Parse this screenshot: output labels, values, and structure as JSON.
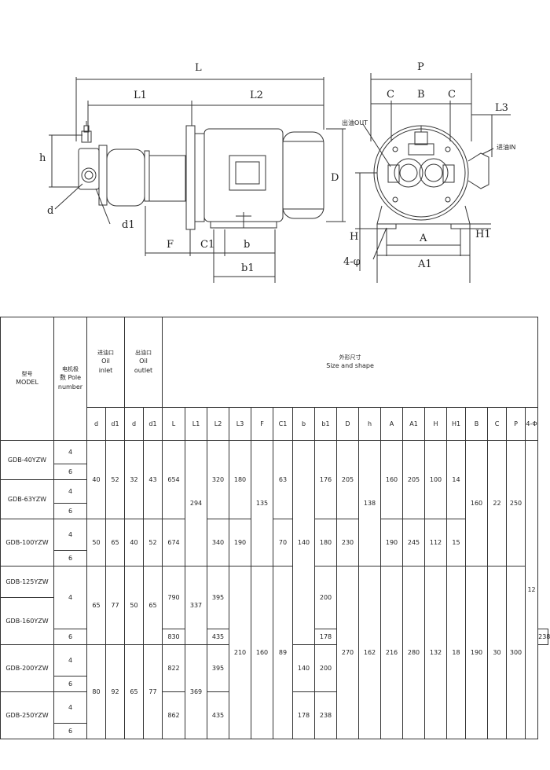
{
  "drawing": {
    "labels": {
      "L": "L",
      "L1": "L1",
      "L2": "L2",
      "h": "h",
      "d": "d",
      "d1": "d1",
      "F": "F",
      "C1": "C1",
      "b": "b",
      "b1": "b1",
      "D": "D",
      "P": "P",
      "B": "B",
      "C": "C",
      "L3": "L3",
      "H": "H",
      "H1": "H1",
      "A": "A",
      "A1": "A1",
      "phi": "4-φ",
      "out": "出油OUT",
      "in": "进油IN"
    }
  },
  "table": {
    "header": {
      "model_cn": "型号",
      "model_en": "MODEL",
      "pole_cn": "电机极",
      "pole_cn2": "数",
      "pole_en1": "Pole",
      "pole_en2": "number",
      "inlet_cn": "进油口",
      "inlet_en1": "Oil",
      "inlet_en2": "inlet",
      "outlet_cn": "出油口",
      "outlet_en1": "Oil",
      "outlet_en2": "outlet",
      "size_cn": "外形尺寸",
      "size_en": "Size and shape"
    },
    "columns": [
      "d",
      "d1",
      "d",
      "d1",
      "L",
      "L1",
      "L2",
      "L3",
      "F",
      "C1",
      "b",
      "b1",
      "D",
      "h",
      "A",
      "A1",
      "H",
      "H1",
      "B",
      "C",
      "P",
      "4-Φ"
    ],
    "models": [
      "GDB-40YZW",
      "GDB-63YZW",
      "GDB-100YZW",
      "GDB-125YZW",
      "GDB-160YZW",
      "GDB-200YZW",
      "GDB-250YZW"
    ],
    "poles": {
      "p4": "4",
      "p6": "6"
    },
    "g1": {
      "d": "40",
      "d1": "52",
      "od": "32",
      "od1": "43",
      "L": "654",
      "L2": "320",
      "L3": "180",
      "C1": "63",
      "b1": "176",
      "D": "205",
      "A": "160",
      "A1": "205",
      "H": "100",
      "H1": "14"
    },
    "g2": {
      "d": "50",
      "d1": "65",
      "od": "40",
      "od1": "52",
      "L": "674",
      "L2": "340",
      "L3": "190",
      "C1": "70",
      "b1": "180",
      "D": "230",
      "A": "190",
      "A1": "245",
      "H": "112",
      "H1": "15"
    },
    "g3": {
      "d": "65",
      "d1": "77",
      "od": "50",
      "od1": "65",
      "L": "790",
      "L1": "337",
      "L2": "395",
      "b1": "200"
    },
    "g3b": {
      "L": "830",
      "L2": "435",
      "b": "178",
      "b1": "238"
    },
    "g4": {
      "d": "80",
      "d1": "92",
      "od": "65",
      "od1": "77",
      "L1": "369",
      "L_a": "822",
      "L2_a": "395",
      "b_a": "140",
      "b1_a": "200",
      "L_b": "862",
      "L2_b": "435",
      "b_b": "178",
      "b1_b": "238"
    },
    "top": {
      "L1": "294",
      "F": "135",
      "b": "140",
      "h": "138",
      "B": "160",
      "C": "22",
      "P": "250"
    },
    "bottom": {
      "L3": "210",
      "F": "160",
      "C1": "89",
      "D": "270",
      "h": "162",
      "A": "216",
      "A1": "280",
      "H": "132",
      "H1": "18",
      "B": "190",
      "C": "30",
      "P": "300"
    },
    "phi": "12"
  }
}
